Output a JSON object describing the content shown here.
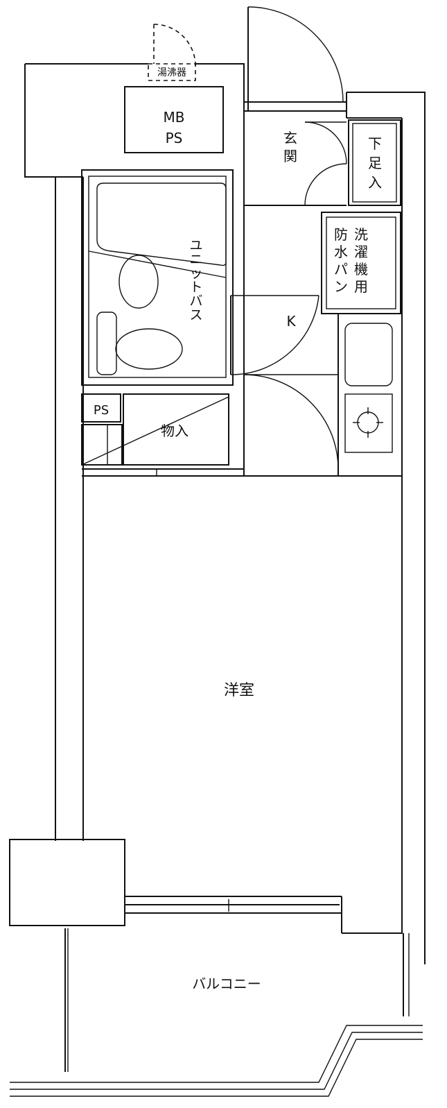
{
  "labels": {
    "water_heater": "湯沸器",
    "mb": "MB",
    "ps_top": "PS",
    "entrance": "玄関",
    "shoe_box": [
      "下",
      "足",
      "入"
    ],
    "unit_bath": [
      "ユ",
      "ニ",
      "ッ",
      "ト",
      "バ",
      "ス"
    ],
    "washer_pan_col1": [
      "防",
      "水",
      "パ",
      "ン"
    ],
    "washer_pan_col2": [
      "洗",
      "濯",
      "機",
      "用"
    ],
    "kitchen": "K",
    "ps_small": "PS",
    "storage": "物入",
    "western_room": "洋室",
    "balcony": "バルコニー"
  }
}
